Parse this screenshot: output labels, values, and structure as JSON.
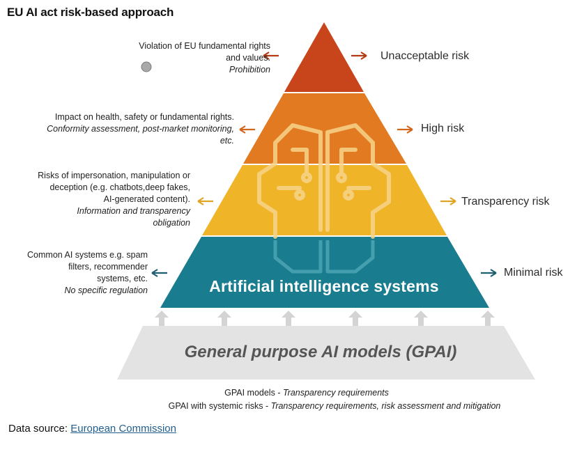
{
  "title": "EU AI act risk-based approach",
  "levels": [
    {
      "risk": "Unacceptable risk",
      "description": [
        "Violation of EU fundamental rights",
        "and values."
      ],
      "measure": [
        "Prohibition"
      ],
      "color": "#c8441a",
      "arrow_color": "#b33a17"
    },
    {
      "risk": "High risk",
      "description": [
        "Impact on health, safety or fundamental rights."
      ],
      "measure": [
        "Conformity assessment, post-market monitoring,",
        "etc."
      ],
      "color": "#e27a22",
      "arrow_color": "#d2661c"
    },
    {
      "risk": "Transparency risk",
      "description": [
        "Risks of impersonation, manipulation or",
        "deception (e.g. chatbots,deep fakes,",
        "AI-generated content)."
      ],
      "measure": [
        "Information and transparency",
        "obligation"
      ],
      "color": "#f0b429",
      "arrow_color": "#e0a424"
    },
    {
      "risk": "Minimal risk",
      "description": [
        "Common AI systems e.g. spam",
        "filters, recommender",
        "systems, etc."
      ],
      "measure": [
        "No specific regulation"
      ],
      "color": "#1a7d8f",
      "arrow_color": "#1f5e70"
    }
  ],
  "base_label": "Artificial intelligence systems",
  "gpai": {
    "label": "General purpose AI models (GPAI)",
    "color": "#e3e3e3",
    "notes": [
      {
        "subject": "GPAI models",
        "separator": " - ",
        "requirement": "Transparency requirements"
      },
      {
        "subject": "GPAI with systemic risks",
        "separator": " - ",
        "requirement": "Transparency requirements, risk assessment and mitigation"
      }
    ]
  },
  "source": {
    "prefix": "Data source: ",
    "link_text": "European Commission"
  }
}
